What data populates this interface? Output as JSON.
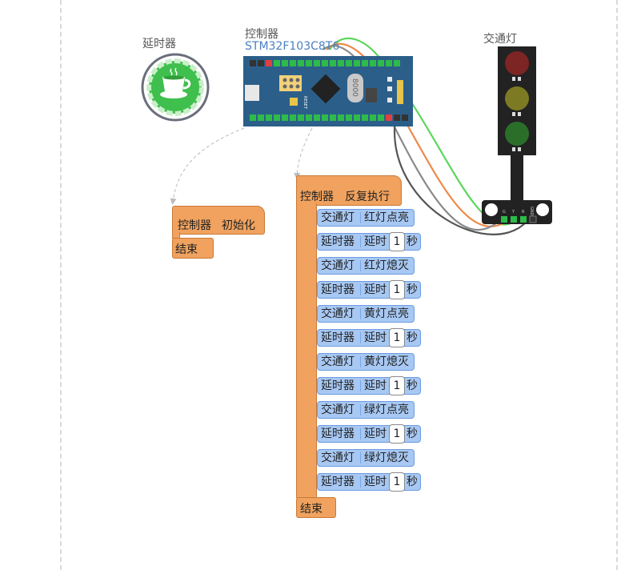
{
  "canvas": {
    "timer_label": "延时器",
    "controller_label": "控制器",
    "controller_chip": "STM32F103C8T6",
    "traffic_label": "交通灯",
    "board_crystal": "8000",
    "board_reset": "RESET",
    "traffic_pins": [
      "G",
      "Y",
      "R",
      "GND"
    ]
  },
  "init_block": {
    "head_a": "控制器",
    "head_b": "初始化",
    "end": "结束"
  },
  "loop_block": {
    "head_a": "控制器",
    "head_b": "反复执行",
    "end": "结束",
    "unit": "秒",
    "statements": [
      {
        "type": "action",
        "a": "交通灯",
        "b": "红灯点亮"
      },
      {
        "type": "delay",
        "a": "延时器",
        "b": "延时",
        "n": "1"
      },
      {
        "type": "action",
        "a": "交通灯",
        "b": "红灯熄灭"
      },
      {
        "type": "delay",
        "a": "延时器",
        "b": "延时",
        "n": "1"
      },
      {
        "type": "action",
        "a": "交通灯",
        "b": "黄灯点亮"
      },
      {
        "type": "delay",
        "a": "延时器",
        "b": "延时",
        "n": "1"
      },
      {
        "type": "action",
        "a": "交通灯",
        "b": "黄灯熄灭"
      },
      {
        "type": "delay",
        "a": "延时器",
        "b": "延时",
        "n": "1"
      },
      {
        "type": "action",
        "a": "交通灯",
        "b": "绿灯点亮"
      },
      {
        "type": "delay",
        "a": "延时器",
        "b": "延时",
        "n": "1"
      },
      {
        "type": "action",
        "a": "交通灯",
        "b": "绿灯熄灭"
      },
      {
        "type": "delay",
        "a": "延时器",
        "b": "延时",
        "n": "1"
      }
    ]
  },
  "colors": {
    "block_orange": "#f0a25e",
    "block_blue": "#a7c8f3",
    "board_blue": "#2b5f8a",
    "wire_green": "#5cd65c",
    "wire_orange": "#ee8a4a",
    "wire_gray": "#8a8a8a",
    "wire_dark": "#555555"
  }
}
